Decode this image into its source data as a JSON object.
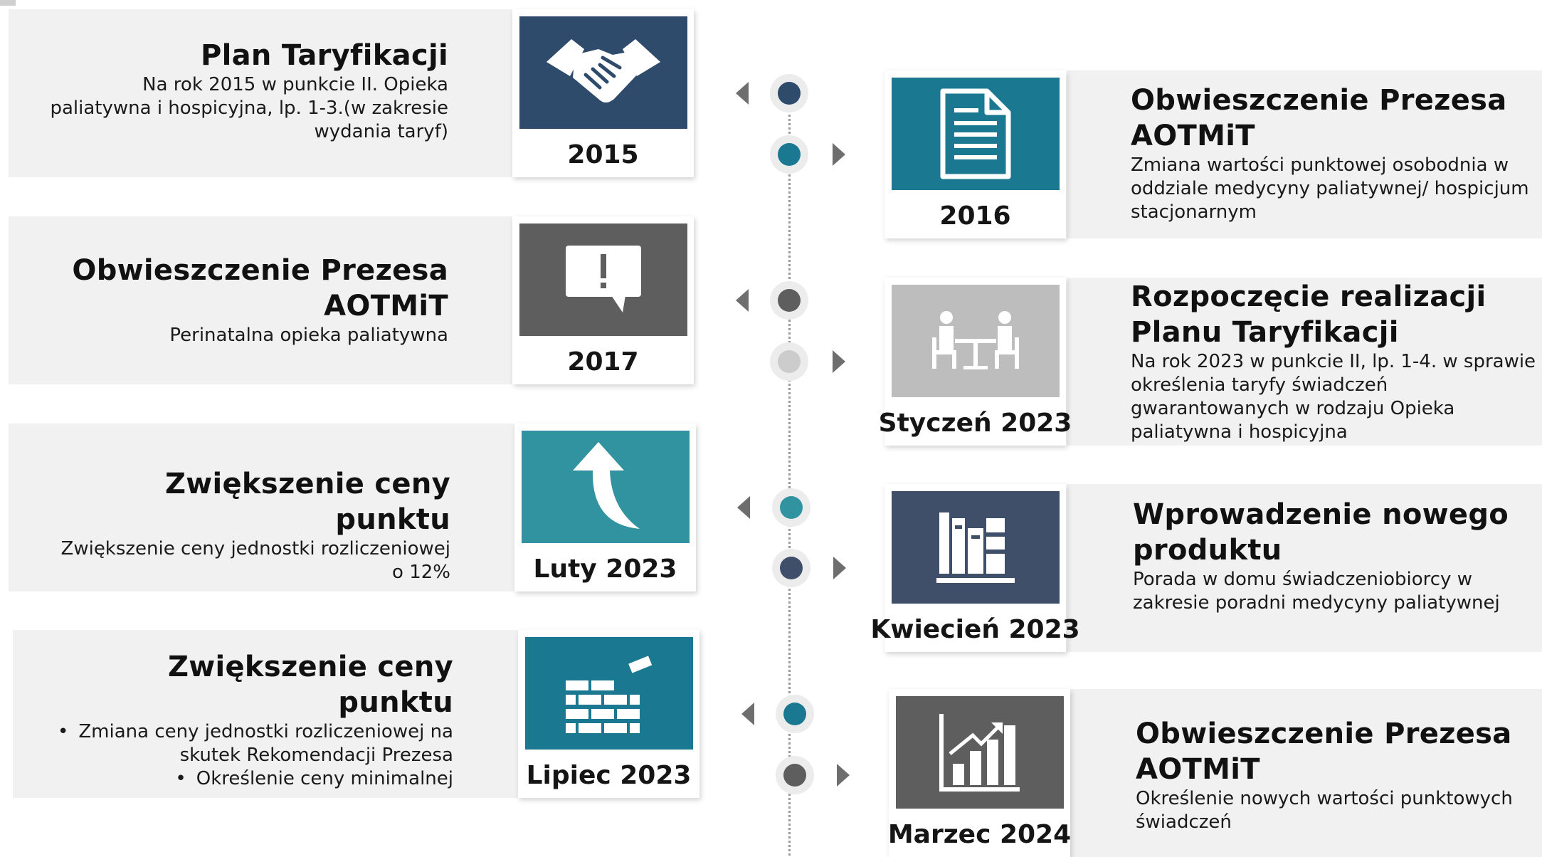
{
  "items": [
    {
      "side": "left",
      "year": "2015",
      "title": "Plan Taryfikacji",
      "desc": "Na rok 2015 w punkcie II. Opieka paliatywna i hospicyjna, lp. 1-3.(w zakresie wydania taryf)",
      "icon": "handshake-icon",
      "color": "#2e4b6b"
    },
    {
      "side": "right",
      "year": "2016",
      "title": "Obwieszczenie Prezesa AOTMiT",
      "desc": "Zmiana wartości punktowej osobodnia w oddziale medycyny paliatywnej/ hospicjum stacjonarnym",
      "icon": "document-icon",
      "color": "#1a7990"
    },
    {
      "side": "left",
      "year": "2017",
      "title": "Obwieszczenie Prezesa AOTMiT",
      "desc": "Perinatalna opieka paliatywna",
      "icon": "alert-bubble-icon",
      "color": "#5e5e5e"
    },
    {
      "side": "right",
      "year": "Styczeń 2023",
      "title": "Rozpoczęcie realizacji Planu Taryfikacji",
      "desc": "Na rok 2023 w punkcie II, lp. 1-4. w sprawie określenia taryfy świadczeń gwarantowanych w rodzaju Opieka paliatywna i hospicyjna",
      "icon": "meeting-table-icon",
      "color": "#bdbdbd"
    },
    {
      "side": "left",
      "year": "Luty 2023",
      "title": "Zwiększenie ceny punktu",
      "desc": "Zwiększenie ceny jednostki rozliczeniowej o 12%",
      "icon": "curved-arrow-up-icon",
      "color": "#31939f"
    },
    {
      "side": "right",
      "year": "Kwiecień 2023",
      "title": "Wprowadzenie nowego produktu",
      "desc": "Porada w domu świadczeniobiorcy w zakresie poradni medycyny paliatywnej",
      "icon": "binders-icon",
      "color": "#3f4f6a"
    },
    {
      "side": "left",
      "year": "Lipiec 2023",
      "title": "Zwiększenie ceny punktu",
      "bullets": [
        "Zmiana ceny jednostki rozliczeniowej na skutek Rekomendacji Prezesa",
        "Określenie ceny minimalnej"
      ],
      "icon": "brick-wall-icon",
      "color": "#1a7990"
    },
    {
      "side": "right",
      "year": "Marzec 2024",
      "title": "Obwieszczenie Prezesa AOTMiT",
      "desc": "Określenie nowych wartości punktowych świadczeń",
      "icon": "growth-chart-icon",
      "color": "#5e5e5e"
    }
  ],
  "timeline_dots": [
    "#2e4b6b",
    "#1a7990",
    "#5e5e5e",
    "#cccccc",
    "#31939f",
    "#3f4f6a",
    "#1a7990",
    "#5e5e5e"
  ]
}
